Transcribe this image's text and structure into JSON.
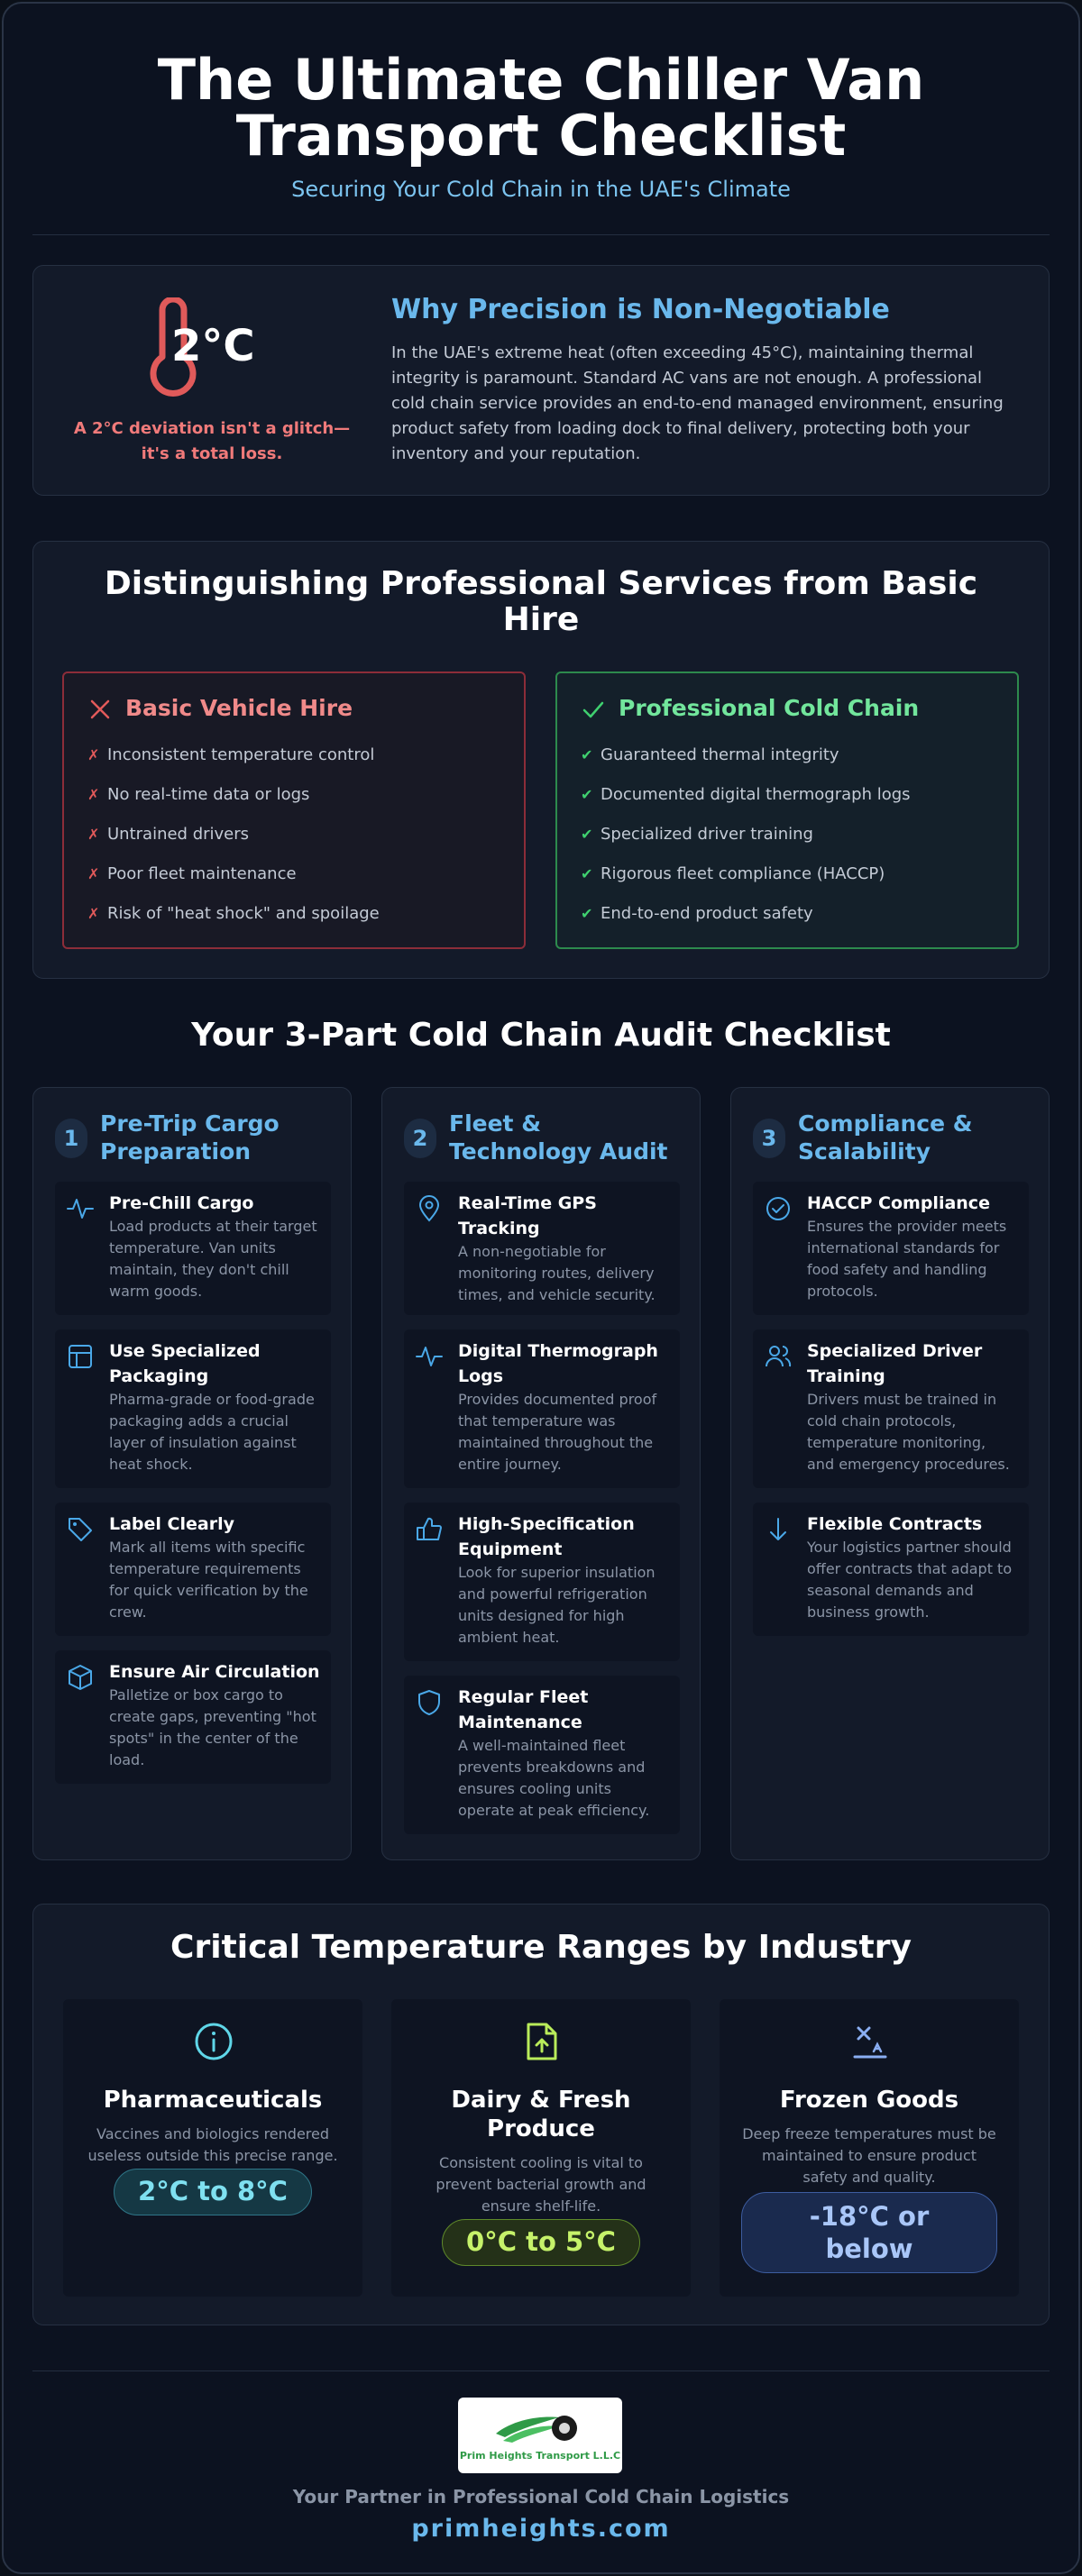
{
  "header": {
    "title_line1": "The Ultimate Chiller Van",
    "title_line2": "Transport Checklist",
    "subtitle": "Securing Your Cold Chain in the UAE's Climate"
  },
  "intro": {
    "temp_label": "2°C",
    "warning_line1": "A 2°C deviation isn't a glitch—",
    "warning_line2": "it's a total loss.",
    "title": "Why Precision is Non-Negotiable",
    "text": "In the UAE's extreme heat (often exceeding 45°C), maintaining thermal integrity is paramount. Standard AC vans are not enough. A professional cold chain service provides an end-to-end managed environment, ensuring product safety from loading dock to final delivery, protecting both your inventory and your reputation."
  },
  "comparison": {
    "title_line1": "Distinguishing Professional Services from Basic",
    "title_line2": "Hire",
    "basic": {
      "heading": "Basic Vehicle Hire",
      "mark": "✗",
      "items": [
        "Inconsistent temperature control",
        "No real-time data or logs",
        "Untrained drivers",
        "Poor fleet maintenance",
        "Risk of \"heat shock\" and spoilage"
      ]
    },
    "pro": {
      "heading": "Professional Cold Chain",
      "mark": "✔",
      "items": [
        "Guaranteed thermal integrity",
        "Documented digital thermograph logs",
        "Specialized driver training",
        "Rigorous fleet compliance (HACCP)",
        "End-to-end product safety"
      ]
    }
  },
  "audit": {
    "title": "Your 3-Part Cold Chain Audit Checklist",
    "columns": [
      {
        "number": "1",
        "title_line1": "Pre-Trip Cargo",
        "title_line2": "Preparation",
        "items": [
          {
            "icon": "pulse-icon",
            "title_lines": [
              "Pre-Chill Cargo"
            ],
            "desc_lines": [
              "Load products at their target",
              "temperature. Van units",
              "maintain, they don't chill",
              "warm goods."
            ]
          },
          {
            "icon": "layout-icon",
            "title_lines": [
              "Use Specialized",
              "Packaging"
            ],
            "desc_lines": [
              "Pharma-grade or food-grade",
              "packaging adds a crucial",
              "layer of insulation against",
              "heat shock."
            ]
          },
          {
            "icon": "tag-icon",
            "title_lines": [
              "Label Clearly"
            ],
            "desc_lines": [
              "Mark all items with specific",
              "temperature requirements",
              "for quick verification by the",
              "crew."
            ]
          },
          {
            "icon": "box-icon",
            "title_lines": [
              "Ensure Air Circulation"
            ],
            "desc_lines": [
              "Palletize or box cargo to",
              "create gaps, preventing \"hot",
              "spots\" in the center of the",
              "load."
            ]
          }
        ]
      },
      {
        "number": "2",
        "title_line1": "Fleet &",
        "title_line2": "Technology Audit",
        "items": [
          {
            "icon": "map-pin-icon",
            "title_lines": [
              "Real-Time GPS",
              "Tracking"
            ],
            "desc_lines": [
              "A non-negotiable for",
              "monitoring routes, delivery",
              "times, and vehicle security."
            ]
          },
          {
            "icon": "pulse-icon",
            "title_lines": [
              "Digital Thermograph",
              "Logs"
            ],
            "desc_lines": [
              "Provides documented proof",
              "that temperature was",
              "maintained throughout the",
              "entire journey."
            ]
          },
          {
            "icon": "thumbs-up-icon",
            "title_lines": [
              "High-Specification",
              "Equipment"
            ],
            "desc_lines": [
              "Look for superior insulation",
              "and powerful refrigeration",
              "units designed for high",
              "ambient heat."
            ]
          },
          {
            "icon": "shield-icon",
            "title_lines": [
              "Regular Fleet",
              "Maintenance"
            ],
            "desc_lines": [
              "A well-maintained fleet",
              "prevents breakdowns and",
              "ensures cooling units",
              "operate at peak efficiency."
            ]
          }
        ]
      },
      {
        "number": "3",
        "title_line1": "Compliance &",
        "title_line2": "Scalability",
        "items": [
          {
            "icon": "check-circle-icon",
            "title_lines": [
              "HACCP Compliance"
            ],
            "desc_lines": [
              "Ensures the provider meets",
              "international standards for",
              "food safety and handling",
              "protocols."
            ]
          },
          {
            "icon": "users-icon",
            "title_lines": [
              "Specialized Driver",
              "Training"
            ],
            "desc_lines": [
              "Drivers must be trained in",
              "cold chain protocols,",
              "temperature monitoring,",
              "and emergency procedures."
            ]
          },
          {
            "icon": "arrow-down-icon",
            "title_lines": [
              "Flexible Contracts"
            ],
            "desc_lines": [
              "Your logistics partner should",
              "offer contracts that adapt to",
              "seasonal demands and",
              "business growth."
            ]
          }
        ]
      }
    ]
  },
  "temps": {
    "title": "Critical Temperature Ranges by Industry",
    "cards": [
      {
        "icon": "info-icon",
        "name_lines": [
          "Pharmaceuticals"
        ],
        "desc_lines": [
          "Vaccines and biologics rendered",
          "useless outside this precise range."
        ],
        "range_lines": [
          "2°C to 8°C"
        ],
        "color": "#7fe0f0"
      },
      {
        "icon": "file-upload-icon",
        "name_lines": [
          "Dairy & Fresh",
          "Produce"
        ],
        "desc_lines": [
          "Consistent cooling is vital to",
          "prevent bacterial growth and",
          "ensure shelf-life."
        ],
        "range_lines": [
          "0°C to 5°C"
        ],
        "color": "#c6f26a"
      },
      {
        "icon": "snowflake-icon",
        "name_lines": [
          "Frozen Goods"
        ],
        "desc_lines": [
          "Deep freeze temperatures must be",
          "maintained to ensure product",
          "safety and quality."
        ],
        "range_lines": [
          "-18°C or",
          "below"
        ],
        "color": "#a9c6f8"
      }
    ]
  },
  "footer": {
    "logo_text": "Prim Heights Transport L.L.C",
    "tagline": "Your Partner in Professional Cold Chain Logistics",
    "website": "primheights.com"
  }
}
